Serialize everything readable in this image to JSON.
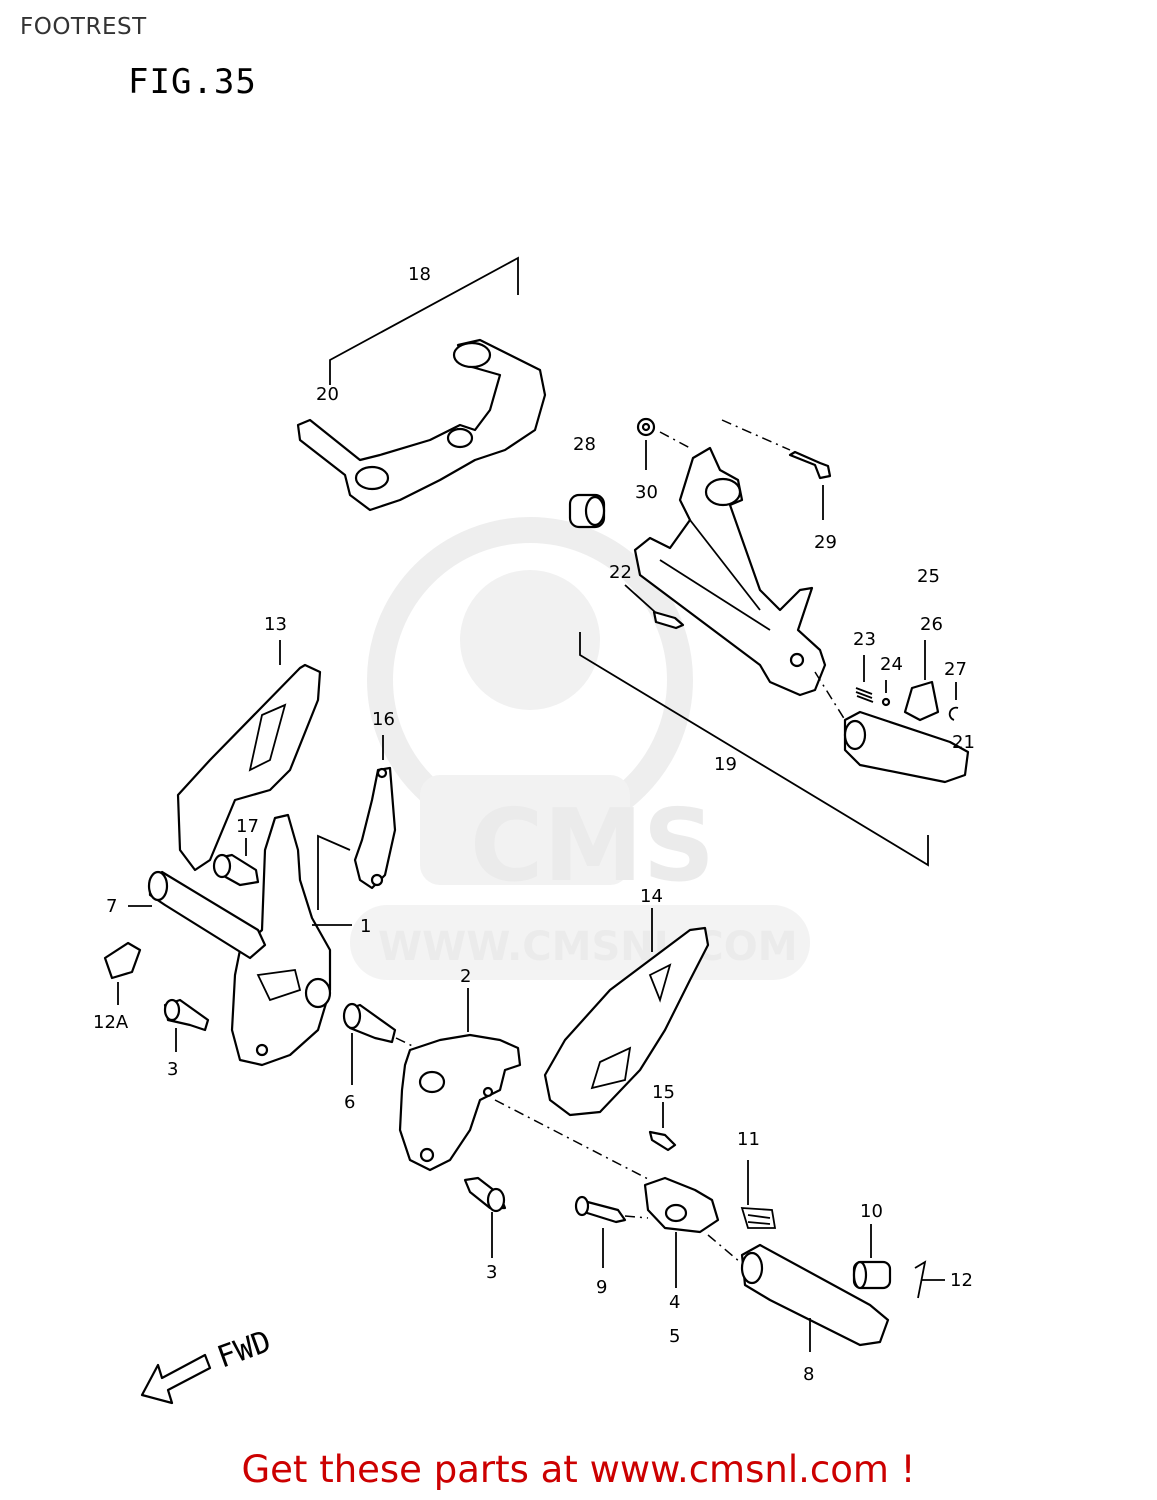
{
  "header": {
    "title": "FOOTREST",
    "figure": "FIG.35"
  },
  "watermark": {
    "brand": "CMS",
    "url": "WWW.CMSNL.COM"
  },
  "direction_label": "FWD",
  "callouts": {
    "c18": "18",
    "c20": "20",
    "c28": "28",
    "c30": "30",
    "c29": "29",
    "c22": "22",
    "c25": "25",
    "c26": "26",
    "c23": "23",
    "c24": "24",
    "c27": "27",
    "c21": "21",
    "c19": "19",
    "c13": "13",
    "c16": "16",
    "c17": "17",
    "c7": "7",
    "c1": "1",
    "c12a": "12A",
    "c3a": "3",
    "c14": "14",
    "c2": "2",
    "c6": "6",
    "c15": "15",
    "c11": "11",
    "c3b": "3",
    "c9": "9",
    "c4": "4",
    "c5": "5",
    "c10": "10",
    "c12": "12",
    "c8": "8"
  },
  "footer": {
    "promo": "Get these parts at www.cmsnl.com !"
  }
}
